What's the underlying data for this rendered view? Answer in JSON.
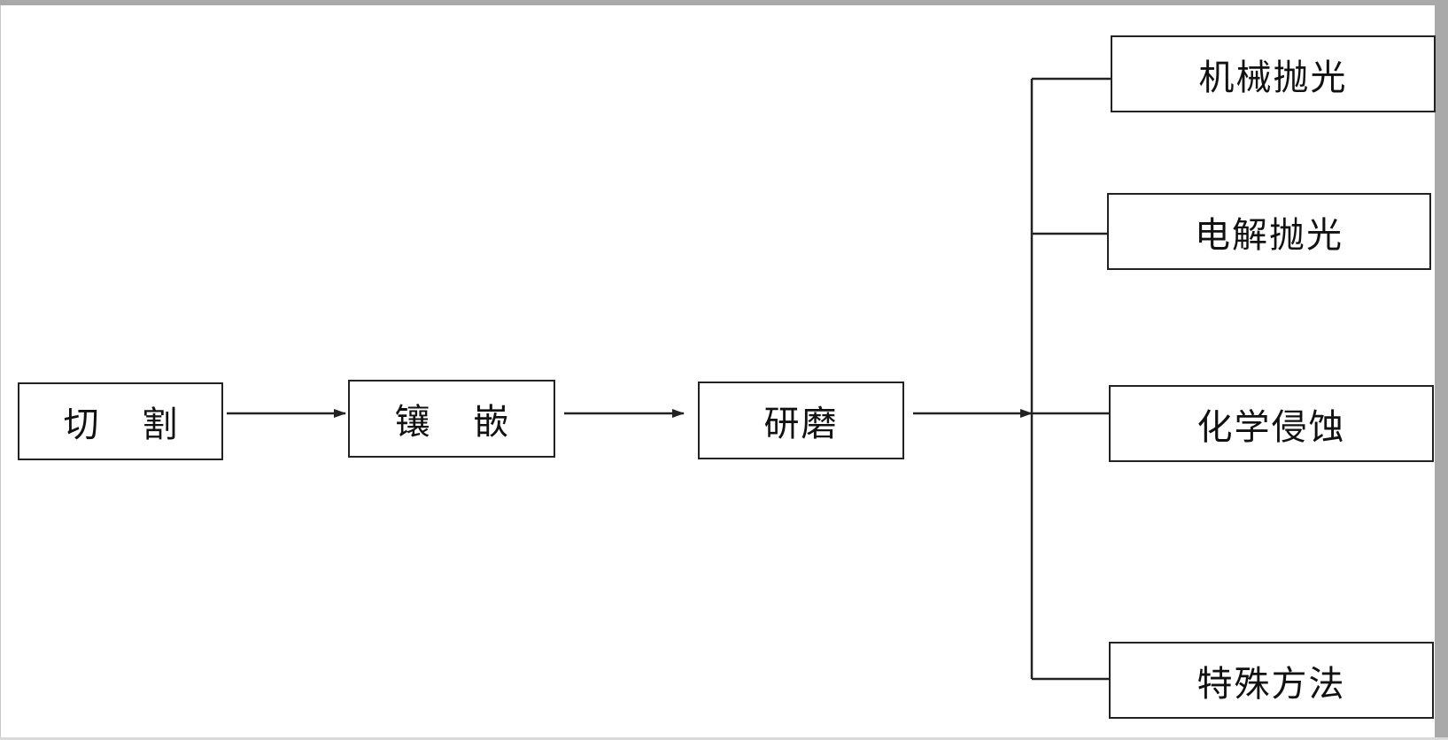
{
  "diagram": {
    "steps": [
      {
        "id": "cut",
        "label": "切 割"
      },
      {
        "id": "mount",
        "label": "镶 嵌"
      },
      {
        "id": "grind",
        "label": "研磨"
      }
    ],
    "branches": [
      {
        "id": "mechanical-polish",
        "label": "机械抛光"
      },
      {
        "id": "electrolytic-polish",
        "label": "电解抛光"
      },
      {
        "id": "chemical-etch",
        "label": "化学侵蚀"
      },
      {
        "id": "special-method",
        "label": "特殊方法"
      }
    ],
    "colors": {
      "line": "#222222",
      "frame": "#a9a9a9",
      "background": "#ffffff"
    }
  }
}
